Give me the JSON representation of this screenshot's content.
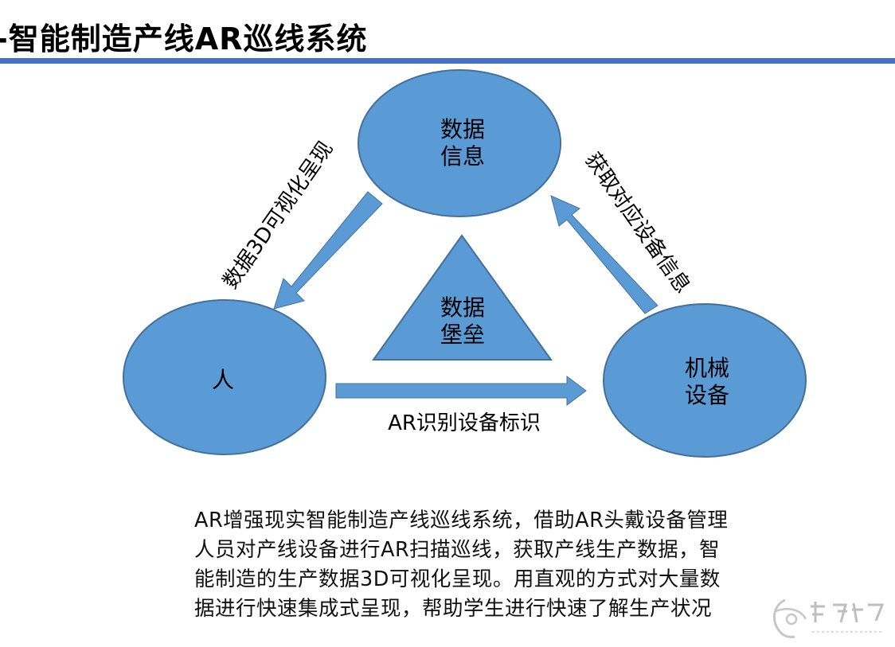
{
  "title": "-智能制造产线AR巡线系统",
  "colors": {
    "node_fill": "#5b9bd5",
    "node_stroke": "#41719c",
    "title_bar": "#4472c4",
    "text": "#000000"
  },
  "nodes": {
    "data_info": {
      "line1": "数据",
      "line2": "信息"
    },
    "person": {
      "label": "人"
    },
    "machine": {
      "line1": "机械",
      "line2": "设备"
    },
    "fortress": {
      "line1": "数据",
      "line2": "堡垒"
    }
  },
  "edges": {
    "left": "数据3D可视化呈现",
    "right": "获取对应设备信息",
    "bottom": "AR识别设备标识"
  },
  "description": {
    "lines": [
      "AR增强现实智能制造产线巡线系统，借助AR头戴设备管理",
      "人员对产线设备进行AR扫描巡线，获取产线生产数据，智",
      "能制造的生产数据3D可视化呈现。用直观的方式对大量数",
      "据进行快速集成式呈现，帮助学生进行快速了解生产状况"
    ]
  }
}
